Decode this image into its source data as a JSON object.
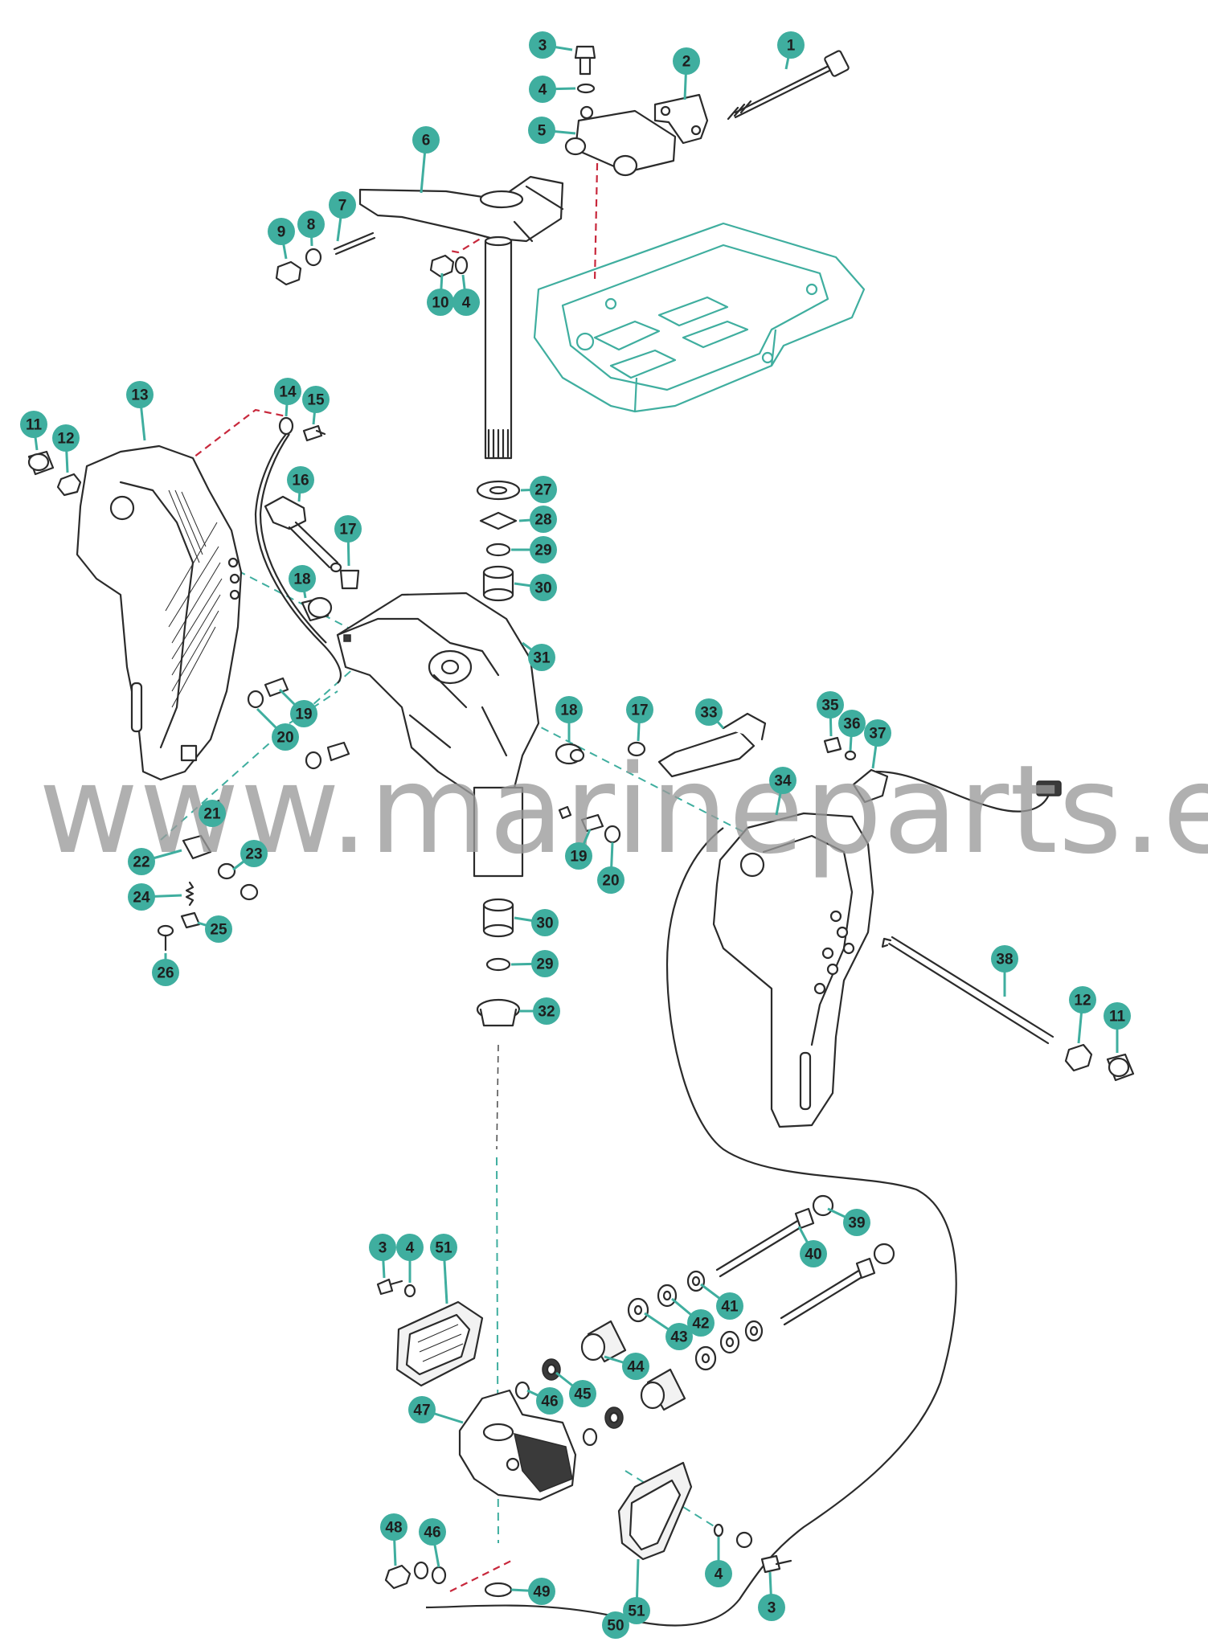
{
  "watermark": "www.marineparts.eu",
  "colors": {
    "accent": "#3fae9f",
    "guide_red": "#c8283c",
    "ink": "#2b2b2b",
    "watermark": "#9a9a9a"
  },
  "callouts": [
    {
      "n": "1",
      "name": "callout-1"
    },
    {
      "n": "2",
      "name": "callout-2"
    },
    {
      "n": "3",
      "name": "callout-3-top"
    },
    {
      "n": "4",
      "name": "callout-4-top"
    },
    {
      "n": "5",
      "name": "callout-5"
    },
    {
      "n": "6",
      "name": "callout-6"
    },
    {
      "n": "7",
      "name": "callout-7"
    },
    {
      "n": "8",
      "name": "callout-8"
    },
    {
      "n": "9",
      "name": "callout-9"
    },
    {
      "n": "10",
      "name": "callout-10"
    },
    {
      "n": "4",
      "name": "callout-4-steering"
    },
    {
      "n": "11",
      "name": "callout-11-left"
    },
    {
      "n": "12",
      "name": "callout-12-left"
    },
    {
      "n": "13",
      "name": "callout-13"
    },
    {
      "n": "14",
      "name": "callout-14"
    },
    {
      "n": "15",
      "name": "callout-15"
    },
    {
      "n": "16",
      "name": "callout-16"
    },
    {
      "n": "17",
      "name": "callout-17-left"
    },
    {
      "n": "18",
      "name": "callout-18-left"
    },
    {
      "n": "19",
      "name": "callout-19-left"
    },
    {
      "n": "20",
      "name": "callout-20-left"
    },
    {
      "n": "21",
      "name": "callout-21"
    },
    {
      "n": "22",
      "name": "callout-22"
    },
    {
      "n": "23",
      "name": "callout-23"
    },
    {
      "n": "24",
      "name": "callout-24"
    },
    {
      "n": "25",
      "name": "callout-25"
    },
    {
      "n": "26",
      "name": "callout-26"
    },
    {
      "n": "27",
      "name": "callout-27"
    },
    {
      "n": "28",
      "name": "callout-28"
    },
    {
      "n": "29",
      "name": "callout-29-upper"
    },
    {
      "n": "30",
      "name": "callout-30-upper"
    },
    {
      "n": "31",
      "name": "callout-31"
    },
    {
      "n": "18",
      "name": "callout-18-right"
    },
    {
      "n": "17",
      "name": "callout-17-right"
    },
    {
      "n": "33",
      "name": "callout-33"
    },
    {
      "n": "35",
      "name": "callout-35"
    },
    {
      "n": "36",
      "name": "callout-36"
    },
    {
      "n": "37",
      "name": "callout-37"
    },
    {
      "n": "34",
      "name": "callout-34"
    },
    {
      "n": "19",
      "name": "callout-19-right"
    },
    {
      "n": "20",
      "name": "callout-20-right"
    },
    {
      "n": "30",
      "name": "callout-30-lower"
    },
    {
      "n": "29",
      "name": "callout-29-lower"
    },
    {
      "n": "32",
      "name": "callout-32"
    },
    {
      "n": "38",
      "name": "callout-38"
    },
    {
      "n": "12",
      "name": "callout-12-right"
    },
    {
      "n": "11",
      "name": "callout-11-right"
    },
    {
      "n": "39",
      "name": "callout-39"
    },
    {
      "n": "40",
      "name": "callout-40"
    },
    {
      "n": "41",
      "name": "callout-41"
    },
    {
      "n": "42",
      "name": "callout-42"
    },
    {
      "n": "43",
      "name": "callout-43"
    },
    {
      "n": "44",
      "name": "callout-44"
    },
    {
      "n": "45",
      "name": "callout-45"
    },
    {
      "n": "46",
      "name": "callout-46-upper"
    },
    {
      "n": "3",
      "name": "callout-3-mid"
    },
    {
      "n": "4",
      "name": "callout-4-mid"
    },
    {
      "n": "51",
      "name": "callout-51-upper"
    },
    {
      "n": "47",
      "name": "callout-47"
    },
    {
      "n": "46",
      "name": "callout-46-lower"
    },
    {
      "n": "48",
      "name": "callout-48"
    },
    {
      "n": "49",
      "name": "callout-49"
    },
    {
      "n": "51",
      "name": "callout-51-lower"
    },
    {
      "n": "4",
      "name": "callout-4-bottom"
    },
    {
      "n": "3",
      "name": "callout-3-bottom"
    },
    {
      "n": "50",
      "name": "callout-50"
    }
  ]
}
